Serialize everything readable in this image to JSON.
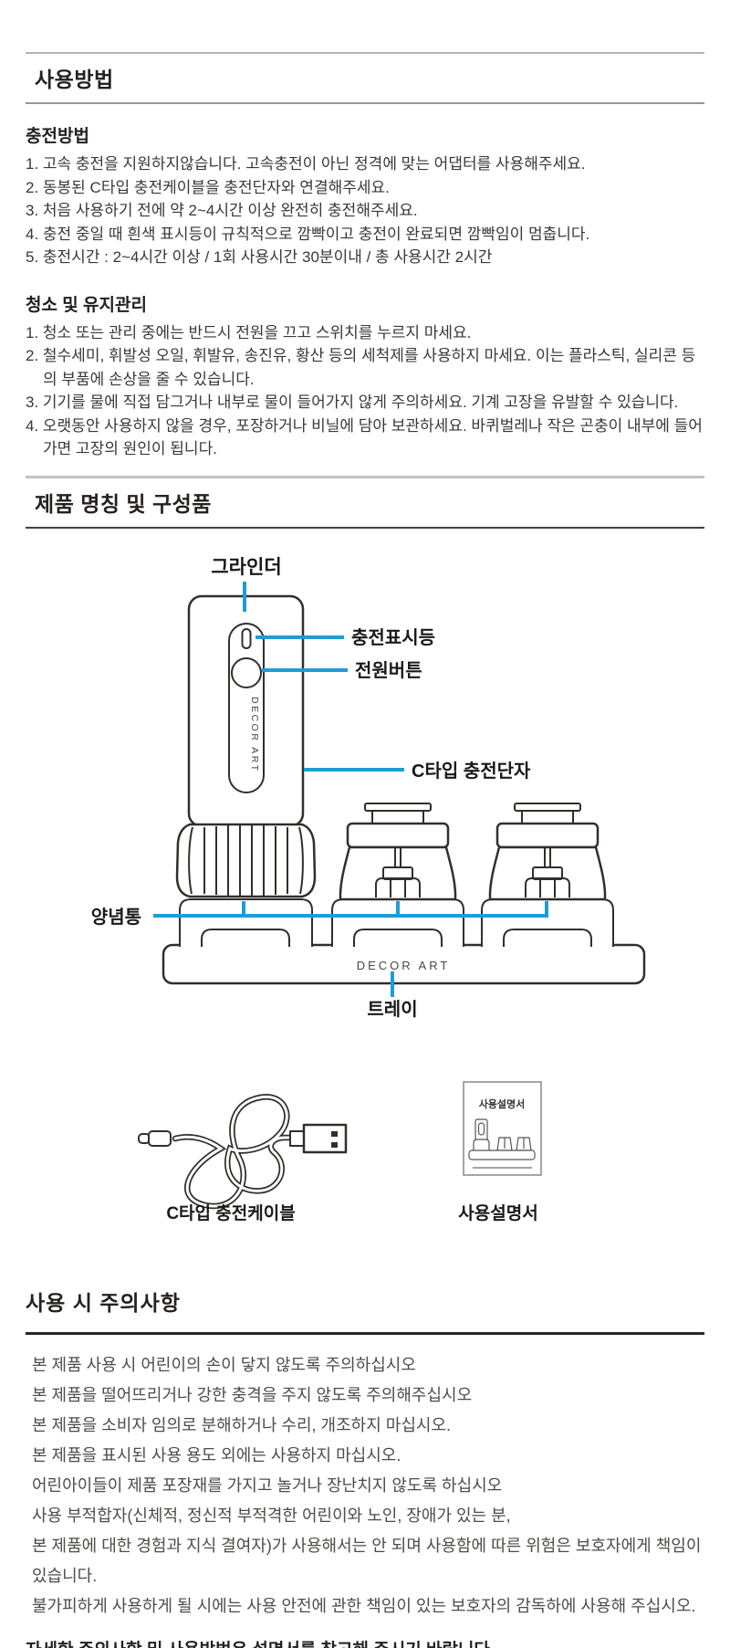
{
  "colors": {
    "accent_blue": "#1e9cd8",
    "illustration_line": "#332e2b",
    "body_text": "#3b3736",
    "heading_text": "#262120"
  },
  "section_usage": {
    "title": "사용방법",
    "charging": {
      "heading": "충전방법",
      "items": [
        "1. 고속 충전을 지원하지않습니다. 고속충전이 아닌 정격에 맞는 어댑터를 사용해주세요.",
        "2. 동봉된 C타입 충전케이블을 충전단자와 연결해주세요.",
        "3. 처음 사용하기 전에 약 2~4시간 이상 완전히 충전해주세요.",
        "4. 충전 중일 때 흰색 표시등이 규칙적으로 깜빡이고 충전이 완료되면 깜빡임이 멈춥니다.",
        "5. 충전시간 : 2~4시간 이상 / 1회 사용시간 30분이내 / 총 사용시간 2시간"
      ]
    },
    "cleaning": {
      "heading": "청소 및 유지관리",
      "items": [
        "1. 청소 또는 관리 중에는 반드시 전원을 끄고 스위치를 누르지 마세요.",
        "2. 철수세미, 휘발성 오일, 휘발유, 송진유, 황산 등의 세척제를 사용하지 마세요. 이는 플라스틱, 실리콘 등의 부품에 손상을 줄 수 있습니다.",
        "3. 기기를 물에 직접 담그거나 내부로 물이 들어가지 않게 주의하세요. 기계 고장을 유발할 수 있습니다.",
        "4. 오랫동안 사용하지 않을 경우, 포장하거나 비닐에 담아 보관하세요. 바퀴벌레나 작은 곤충이 내부에 들어가면 고장의 원인이 됩니다."
      ]
    }
  },
  "section_parts": {
    "title": "제품 명칭 및 구성품",
    "brand": "DECOR ART",
    "labels": {
      "grinder": "그라인더",
      "charge_indicator": "충전표시등",
      "power_button": "전원버튼",
      "usb_c_port": "C타입 충전단자",
      "spice_jar": "양념통",
      "tray": "트레이"
    },
    "components": {
      "cable_label": "C타입 충전케이블",
      "manual_label": "사용설명서",
      "manual_cover_title": "사용설명서"
    }
  },
  "section_caution": {
    "title": "사용 시 주의사항",
    "items": [
      "본 제품 사용 시 어린이의 손이 닿지 않도록 주의하십시오",
      "본 제품을 떨어뜨리거나 강한 충격을 주지 않도록 주의해주십시오",
      "본 제품을 소비자 임의로 분해하거나 수리, 개조하지 마십시오.",
      "본 제품을 표시된 사용 용도 외에는 사용하지 마십시오.",
      "어린아이들이 제품 포장재를 가지고 놀거나 장난치지 않도록 하십시오",
      "사용 부적합자(신체적, 정신적 부적격한 어린이와 노인, 장애가 있는 분,",
      "본 제품에 대한 경험과 지식 결여자)가 사용해서는 안 되며 사용함에 따른 위험은 보호자에게 책임이 있습니다.",
      "불가피하게 사용하게 될 시에는 사용 안전에 관한 책임이 있는 보호자의 감독하에 사용해 주십시오."
    ],
    "footer": "자세한 주의사항 및 사용방법은 설명서를 참고해 주시기 바랍니다."
  }
}
